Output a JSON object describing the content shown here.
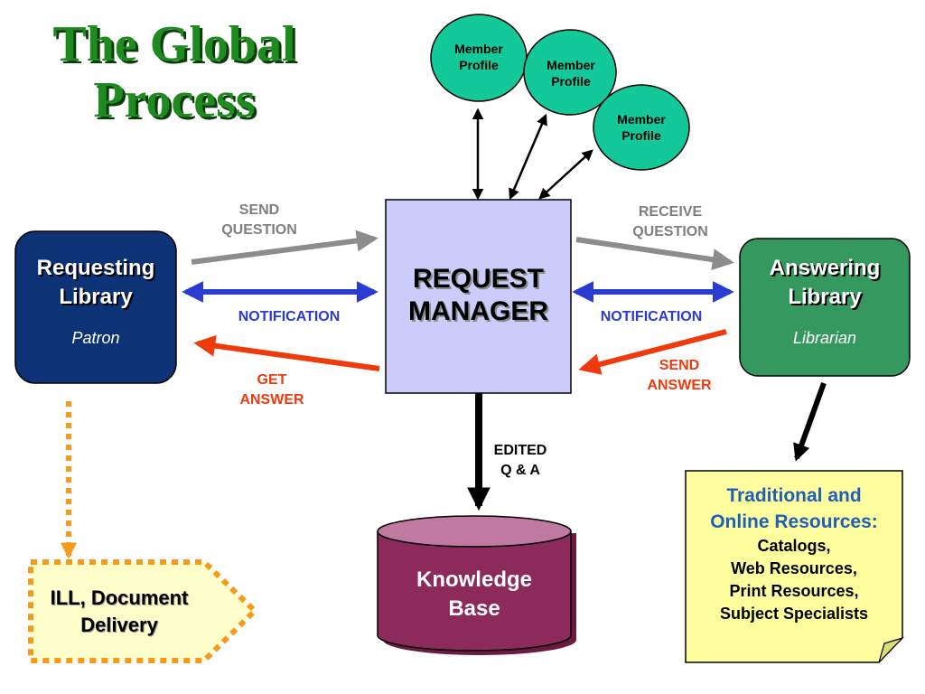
{
  "title": {
    "line1": "The Global",
    "line2": "Process"
  },
  "colors": {
    "title_green": "#1f8a1f",
    "requesting_fill": "#0d3275",
    "answering_fill": "#35985e",
    "request_manager_fill": "#ccccfb",
    "knowledge_base_fill": "#8c2a5b",
    "member_profile_fill": "#13c99a",
    "ill_fill": "#ffffcc",
    "resources_fill": "#ffffa0",
    "gray_arrow": "#8c8c8c",
    "blue_arrow": "#2a3bd1",
    "red_arrow": "#ef3a0c",
    "dotted_orange": "#f59a1a"
  },
  "member_profiles": [
    {
      "line1": "Member",
      "line2": "Profile"
    },
    {
      "line1": "Member",
      "line2": "Profile"
    },
    {
      "line1": "Member",
      "line2": "Profile"
    }
  ],
  "requesting_library": {
    "line1": "Requesting",
    "line2": "Library",
    "role": "Patron"
  },
  "request_manager": {
    "line1": "REQUEST",
    "line2": "MANAGER"
  },
  "answering_library": {
    "line1": "Answering",
    "line2": "Library",
    "role": "Librarian"
  },
  "knowledge_base": {
    "line1": "Knowledge",
    "line2": "Base"
  },
  "labels": {
    "send_question": {
      "line1": "SEND",
      "line2": "QUESTION"
    },
    "receive_question": {
      "line1": "RECEIVE",
      "line2": "QUESTION"
    },
    "notification_left": "NOTIFICATION",
    "notification_right": "NOTIFICATION",
    "get_answer": {
      "line1": "GET",
      "line2": "ANSWER"
    },
    "send_answer": {
      "line1": "SEND",
      "line2": "ANSWER"
    },
    "edited_qa": {
      "line1": "EDITED",
      "line2": "Q & A"
    }
  },
  "ill": {
    "line1": "ILL, Document",
    "line2": "Delivery"
  },
  "resources": {
    "heading1": "Traditional and",
    "heading2": "Online Resources:",
    "items": [
      "Catalogs,",
      "Web Resources,",
      "Print Resources,",
      "Subject Specialists"
    ]
  }
}
